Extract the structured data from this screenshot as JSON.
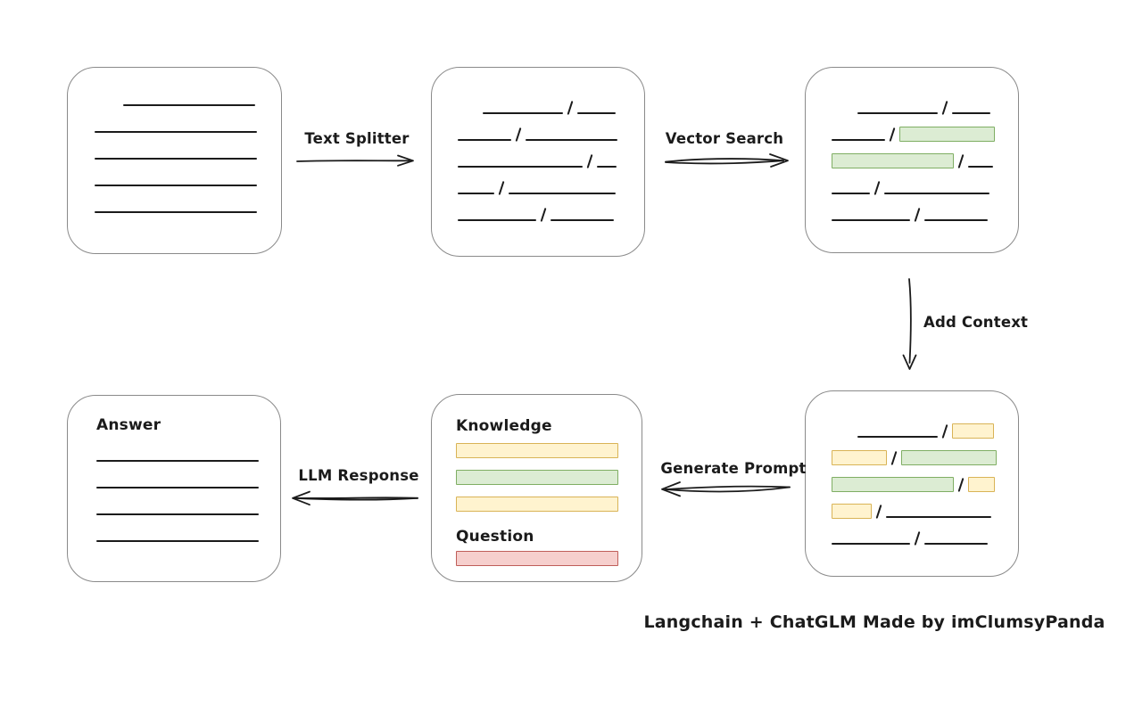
{
  "palette": {
    "ink": "#1b1b1b",
    "box_border": "#8a8a8a",
    "green_fill": "#dcecd3",
    "green_stroke": "#7fae63",
    "yellow_fill": "#fff3cf",
    "yellow_stroke": "#d9b356",
    "red_fill": "#f6cfcd",
    "red_stroke": "#bf5e59"
  },
  "arrow_labels": {
    "text_splitter": "Text Splitter",
    "vector_search": "Vector Search",
    "add_context": "Add Context",
    "generate_prompt": "Generate Prompt",
    "llm_response": "LLM Response"
  },
  "boxes": {
    "document": {
      "lines": [
        {
          "indent": 32,
          "w": 148
        },
        {
          "indent": 0,
          "w": 182
        },
        {
          "indent": 0,
          "w": 182
        },
        {
          "indent": 0,
          "w": 182
        },
        {
          "indent": 0,
          "w": 182
        }
      ]
    },
    "chunks": {
      "rows": [
        [
          {
            "t": "line",
            "w": 90,
            "indent": 28
          },
          {
            "t": "slash"
          },
          {
            "t": "line",
            "w": 43
          }
        ],
        [
          {
            "t": "line",
            "w": 60
          },
          {
            "t": "slash"
          },
          {
            "t": "line",
            "w": 103
          }
        ],
        [
          {
            "t": "line",
            "w": 140
          },
          {
            "t": "slash"
          },
          {
            "t": "line",
            "w": 22
          }
        ],
        [
          {
            "t": "line",
            "w": 41
          },
          {
            "t": "slash"
          },
          {
            "t": "line",
            "w": 120
          }
        ],
        [
          {
            "t": "line",
            "w": 88
          },
          {
            "t": "slash"
          },
          {
            "t": "line",
            "w": 71
          }
        ]
      ]
    },
    "matched_chunks": {
      "rows": [
        [
          {
            "t": "line",
            "w": 90,
            "indent": 29
          },
          {
            "t": "slash"
          },
          {
            "t": "line",
            "w": 43
          }
        ],
        [
          {
            "t": "line",
            "w": 60
          },
          {
            "t": "slash"
          },
          {
            "t": "green",
            "w": 107
          }
        ],
        [
          {
            "t": "green",
            "w": 137
          },
          {
            "t": "slash"
          },
          {
            "t": "line",
            "w": 28
          }
        ],
        [
          {
            "t": "line",
            "w": 43
          },
          {
            "t": "slash"
          },
          {
            "t": "line",
            "w": 118
          }
        ],
        [
          {
            "t": "line",
            "w": 88
          },
          {
            "t": "slash"
          },
          {
            "t": "line",
            "w": 71
          }
        ]
      ]
    },
    "context_chunks": {
      "rows": [
        [
          {
            "t": "line",
            "w": 90,
            "indent": 29
          },
          {
            "t": "slash"
          },
          {
            "t": "yellow",
            "w": 47
          }
        ],
        [
          {
            "t": "yellow",
            "w": 62
          },
          {
            "t": "slash"
          },
          {
            "t": "green",
            "w": 107
          }
        ],
        [
          {
            "t": "green",
            "w": 137
          },
          {
            "t": "slash"
          },
          {
            "t": "yellow",
            "w": 30
          }
        ],
        [
          {
            "t": "yellow",
            "w": 45
          },
          {
            "t": "slash"
          },
          {
            "t": "line",
            "w": 118
          }
        ],
        [
          {
            "t": "line",
            "w": 88
          },
          {
            "t": "slash"
          },
          {
            "t": "line",
            "w": 71
          }
        ]
      ]
    },
    "prompt": {
      "knowledge_label": "Knowledge",
      "question_label": "Question",
      "knowledge_bars": [
        "yellow",
        "green",
        "yellow"
      ],
      "question_bars": [
        "red"
      ]
    },
    "answer": {
      "label": "Answer",
      "lines": [
        {
          "indent": 0,
          "w": 182
        },
        {
          "indent": 0,
          "w": 182
        },
        {
          "indent": 0,
          "w": 182
        },
        {
          "indent": 0,
          "w": 182
        }
      ]
    }
  },
  "caption": "Langchain + ChatGLM Made by imClumsyPanda"
}
